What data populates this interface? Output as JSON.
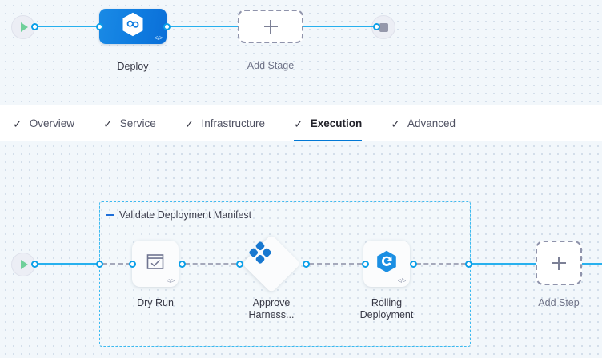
{
  "stage_canvas": {
    "start_node": {
      "name": "pipeline-start",
      "icon": "play-icon"
    },
    "end_node": {
      "name": "pipeline-end",
      "icon": "stop-icon"
    },
    "stage": {
      "label": "Deploy",
      "icon": "harness-deploy-icon",
      "code_badge": "</>"
    },
    "add_stage": {
      "label": "Add Stage",
      "icon": "plus-icon"
    }
  },
  "tabs": [
    {
      "label": "Overview",
      "check": "✓",
      "active": false
    },
    {
      "label": "Service",
      "check": "✓",
      "active": false
    },
    {
      "label": "Infrastructure",
      "check": "✓",
      "active": false
    },
    {
      "label": "Execution",
      "check": "✓",
      "active": true
    },
    {
      "label": "Advanced",
      "check": "✓",
      "active": false
    }
  ],
  "execution_canvas": {
    "start_node": {
      "name": "execution-start",
      "icon": "play-icon"
    },
    "step_group": {
      "title": "Validate Deployment Manifest",
      "collapse_icon": "minus-icon"
    },
    "steps": [
      {
        "label": "Dry Run",
        "icon": "dry-run-check-window-icon",
        "shape": "rounded-square",
        "code_badge": "</>"
      },
      {
        "label": "Approve\nHarness...",
        "icon": "harness-approval-diamond-icon",
        "shape": "diamond",
        "code_badge": ""
      },
      {
        "label": "Rolling\nDeployment",
        "icon": "rolling-deployment-hex-icon",
        "shape": "rounded-square",
        "code_badge": "</>"
      }
    ],
    "add_step": {
      "label": "Add Step",
      "icon": "plus-icon"
    }
  },
  "colors": {
    "accent_blue": "#27b0ee",
    "active_tab_underline": "#0278d5",
    "group_border": "#3dbaf0",
    "stage_blue": "#0f7ce0",
    "canvas_bg": "#f2f7fb"
  }
}
